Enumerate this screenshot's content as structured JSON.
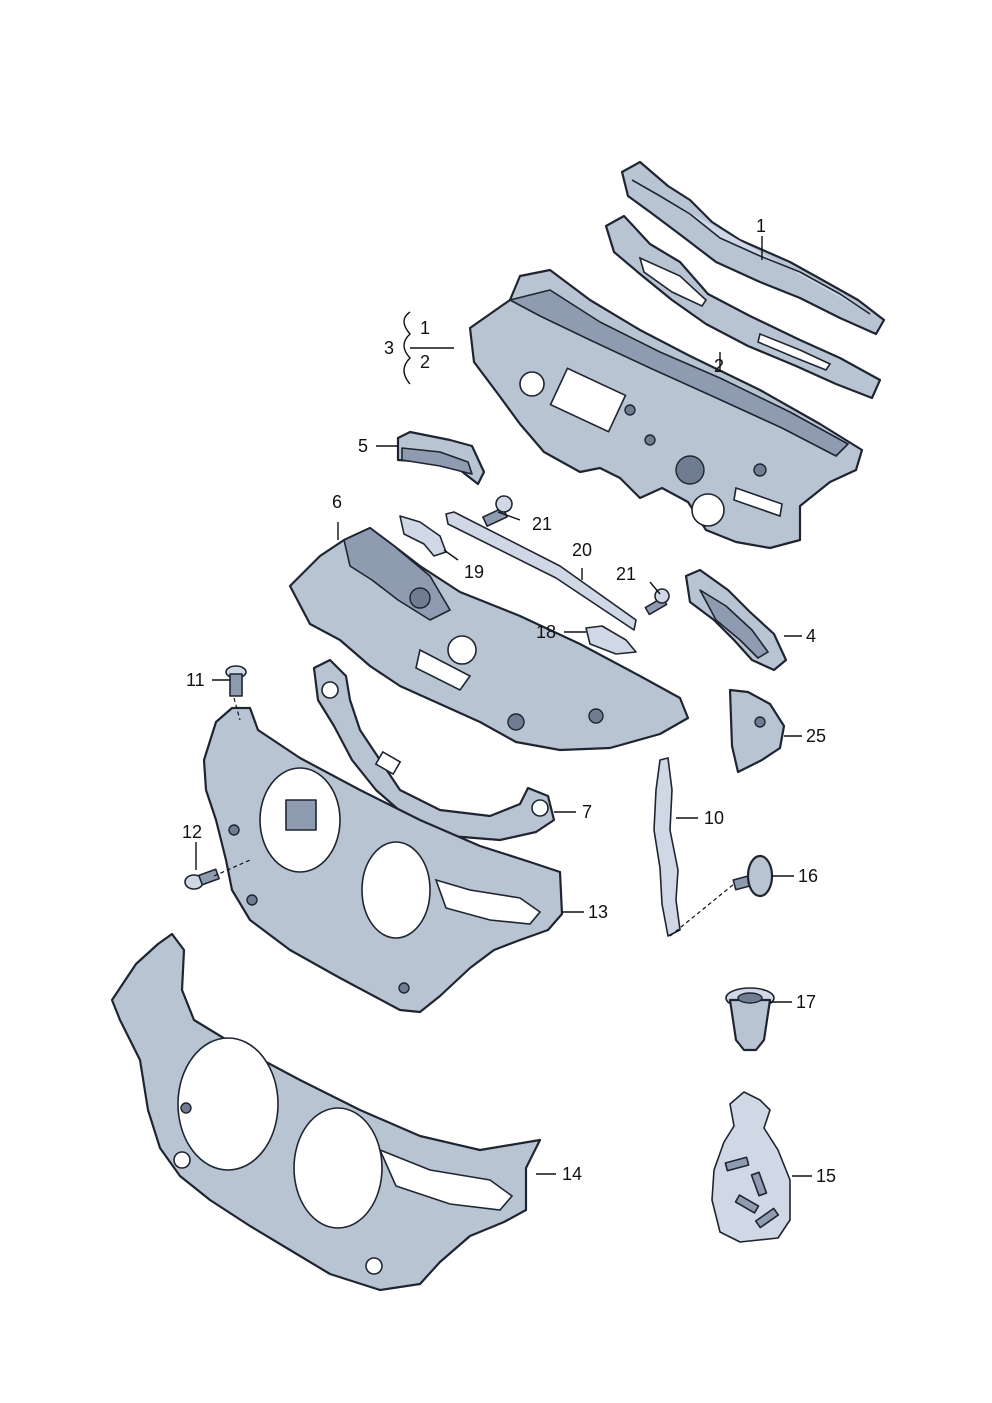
{
  "callouts": {
    "c1": "1",
    "c2": "2",
    "c3": "3",
    "c3a": "1",
    "c3b": "2",
    "c4": "4",
    "c5": "5",
    "c6": "6",
    "c7": "7",
    "c10": "10",
    "c11": "11",
    "c12": "12",
    "c13": "13",
    "c14": "14",
    "c15": "15",
    "c16": "16",
    "c17": "17",
    "c18": "18",
    "c19": "19",
    "c20": "20",
    "c21a": "21",
    "c21b": "21",
    "c25": "25"
  }
}
